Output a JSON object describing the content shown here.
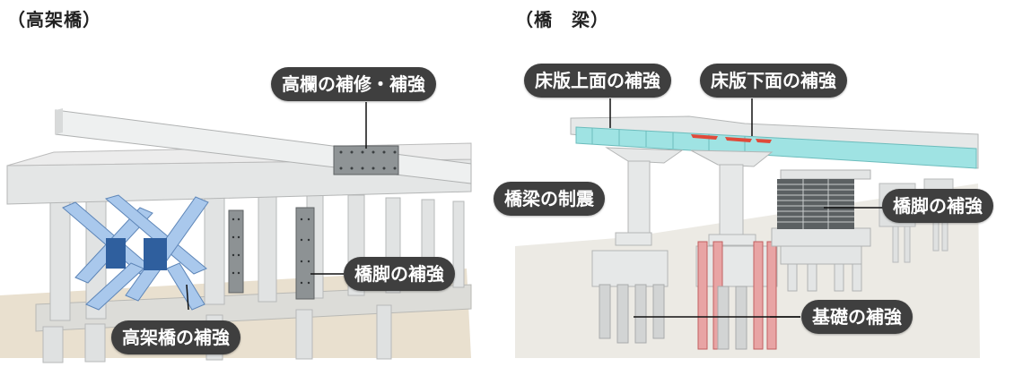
{
  "left_panel": {
    "title": "（高架橋）",
    "labels": {
      "railing": "高欄の補修・補強",
      "pier": "橋脚の補強",
      "viaduct": "高架橋の補強"
    }
  },
  "right_panel": {
    "title": "（橋　梁）",
    "labels": {
      "slab_top": "床版上面の補強",
      "slab_bottom": "床版下面の補強",
      "seismic": "橋梁の制震",
      "pier": "橋脚の補強",
      "foundation": "基礎の補強"
    }
  },
  "colors": {
    "label_bg": "#3f3f3f",
    "brace_blue": "#a9c8ec",
    "brace_dark": "#2f5f9e",
    "deck_cyan": "#9fe3e3",
    "pile_red": "#d96a6a",
    "concrete": "#d9dcdc"
  }
}
